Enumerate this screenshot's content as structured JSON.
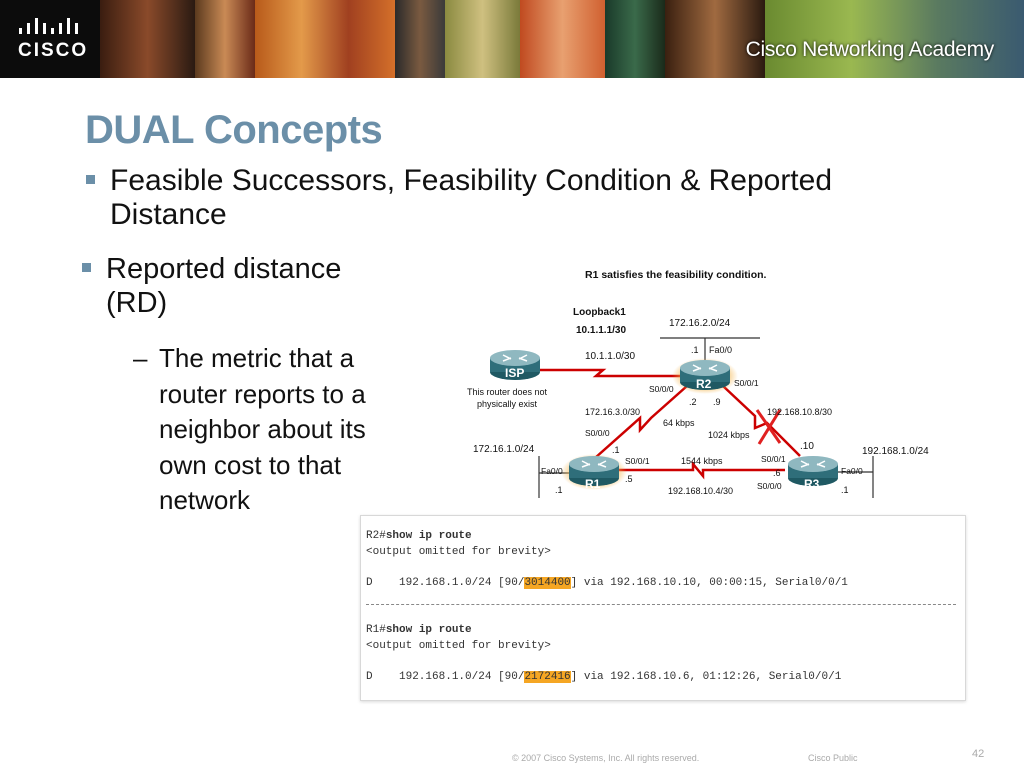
{
  "header": {
    "logo_text": "CISCO",
    "academy_text": "Cisco Networking Academy"
  },
  "slide": {
    "title": "DUAL Concepts",
    "bullet1": "Feasible Successors, Feasibility Condition & Reported Distance",
    "bullet2": "Reported distance (RD)",
    "sub_dash": "–",
    "sub_bullet": "The metric that a router reports to a neighbor about its own cost to that network"
  },
  "diagram": {
    "caption": "R1 satisfies the feasibility condition.",
    "loopback_label": "Loopback1",
    "loopback_addr": "10.1.1.1/30",
    "net_r2_lan": "172.16.2.0/24",
    "net_isp": "10.1.1.0/30",
    "r2_lan_host": ".1",
    "r2_fa": "Fa0/0",
    "isp_name": "ISP",
    "isp_note_1": "This router does not",
    "isp_note_2": "physically exist",
    "r2_s000": "S0/0/0",
    "r2_name": "R2",
    "r2_s001": "S0/0/1",
    "net_r1r2": "172.16.3.0/30",
    "r2_host_2": ".2",
    "r2_host_9": ".9",
    "link_64k": "64 kbps",
    "net_r2r3": "192.168.10.8/30",
    "link_1024k": "1024 kbps",
    "r1_s000": "S0/0/0",
    "r1_host_1": ".1",
    "net_r1_lan": "172.16.1.0/24",
    "r1_fa": "Fa0/0",
    "r1_name": "R1",
    "r1_s001": "S0/0/1",
    "r1_host_5": ".5",
    "r1_lan_host": ".1",
    "link_1544k": "1544 kbps",
    "r3_s001": "S0/0/1",
    "r3_host_10": ".10",
    "r3_host_6": ".6",
    "net_r3_lan": "192.168.1.0/24",
    "r3_fa": "Fa0/0",
    "r3_name": "R3",
    "r3_s000": "S0/0/0",
    "r3_lan_host": ".1",
    "net_r1r3": "192.168.10.4/30"
  },
  "terminal": {
    "r2_prompt": "R2#",
    "r2_cmd": "show ip route",
    "omitted_1": "<output omitted for brevity>",
    "r2_route_prefix": "D    192.168.1.0/24 [90/",
    "r2_rd": "3014400",
    "r2_route_suffix": "] via 192.168.10.10, 00:00:15, Serial0/0/1",
    "r1_prompt": "R1#",
    "r1_cmd": "show ip route",
    "omitted_2": "<output omitted for brevity>",
    "r1_route_prefix": "D    192.168.1.0/24 [90/",
    "r1_rd": "2172416",
    "r1_route_suffix": "] via 192.168.10.6, 01:12:26, Serial0/0/1"
  },
  "footer": {
    "copyright": "© 2007 Cisco Systems, Inc. All rights reserved.",
    "classification": "Cisco Public",
    "page_number": "42"
  },
  "colors": {
    "title": "#6b8fa8",
    "router_teal": "#2f6e7a",
    "serial_red": "#cc0000",
    "highlight": "#f5a623"
  }
}
